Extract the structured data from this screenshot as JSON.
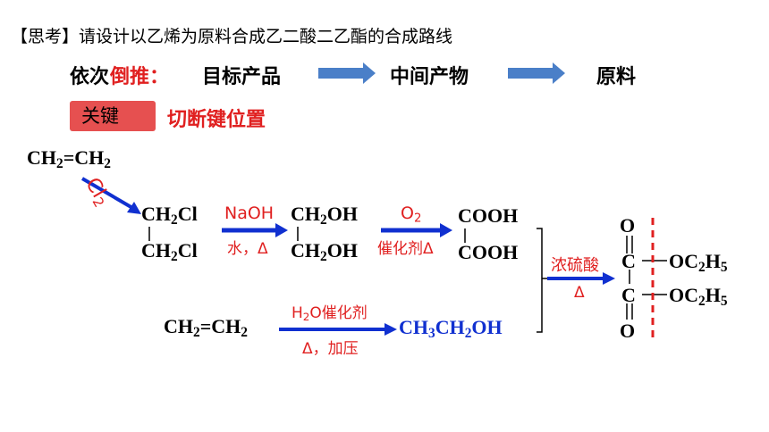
{
  "header": {
    "title": "【思考】请设计以乙烯为原料合成乙二酸二乙酯的合成路线",
    "order_prefix": "依次",
    "order_key": "倒推：",
    "target_product": "目标产品",
    "intermediate": "中间产物",
    "raw_material": "原料",
    "key_label": "关键",
    "key_point": "切断键位置"
  },
  "scheme": {
    "ethylene_top": [
      "CH",
      "2",
      "=CH",
      "2"
    ],
    "reagent_cl2": [
      "Cl",
      "2"
    ],
    "dichloro_top": [
      "CH",
      "2",
      "Cl"
    ],
    "dichloro_bottom": [
      "CH",
      "2",
      "Cl"
    ],
    "naoh_label": "NaOH",
    "naoh_cond": "水，Δ",
    "diol_top": [
      "CH",
      "2",
      "OH"
    ],
    "diol_bottom": [
      "CH",
      "2",
      "OH"
    ],
    "o2_label": [
      "O",
      "2"
    ],
    "o2_cond": "催化剂Δ",
    "acid_top": "COOH",
    "acid_bottom": "COOH",
    "ethylene_bottom": [
      "CH",
      "2",
      "=CH",
      "2"
    ],
    "hydration_label": [
      "H",
      "2",
      "O催化剂"
    ],
    "hydration_cond": "Δ，加压",
    "ethanol": [
      "CH",
      "3",
      "CH",
      "2",
      "OH"
    ],
    "esterify_label": "浓硫酸",
    "esterify_cond": "Δ",
    "ester_o_top": "O",
    "ester_c": "C",
    "ester_group": [
      "OC",
      "2",
      "H",
      "5"
    ],
    "ester_o_bottom": "O"
  },
  "colors": {
    "red": "#e02020",
    "blue": "#1030d0",
    "arrow": "#4a7fc8",
    "keybox": "#e65050"
  }
}
